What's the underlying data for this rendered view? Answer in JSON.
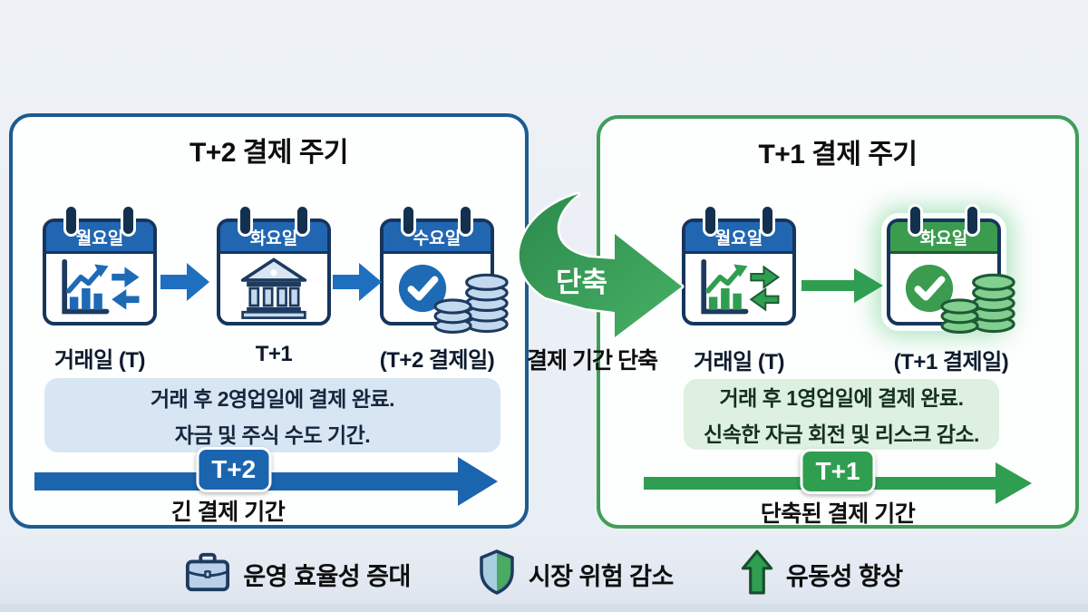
{
  "left_panel": {
    "title": "T+2 결제 주기",
    "calendars": [
      {
        "day": "월요일",
        "label": "거래일 (T)"
      },
      {
        "day": "화요일",
        "label": "T+1"
      },
      {
        "day": "수요일",
        "label": "(T+2 결제일)"
      }
    ],
    "info": {
      "line1": "거래 후 2영업일에 결제 완료.",
      "line2": "자금 및 주식 수도 기간."
    },
    "timeline": {
      "badge": "T+2",
      "caption": "긴 결제 기간"
    }
  },
  "right_panel": {
    "title": "T+1 결제 주기",
    "calendars": [
      {
        "day": "월요일",
        "label": "거래일 (T)"
      },
      {
        "day": "화요일",
        "label": "(T+1 결제일)"
      }
    ],
    "info": {
      "line1": "거래 후 1영업일에 결제 완료.",
      "line2": "신속한 자금 회전 및 리스크 감소."
    },
    "timeline": {
      "badge": "T+1",
      "caption": "단축된 결제 기간"
    }
  },
  "transition": {
    "arrow_label": "단축",
    "caption": "결제 기간 단축"
  },
  "legend": {
    "items": [
      {
        "icon": "briefcase-icon",
        "label": "운영 효율성 증대"
      },
      {
        "icon": "shield-icon",
        "label": "시장 위험 감소"
      },
      {
        "icon": "arrow-up-icon",
        "label": "유동성 향상"
      }
    ]
  },
  "colors": {
    "panel_blue_border": "#1c5c90",
    "panel_green_border": "#3f9e58",
    "calendar_header_blue": "#2166b1",
    "calendar_header_green": "#3b9c4f",
    "arrow_blue": "#1e6fc0",
    "arrow_green": "#2f9e51",
    "info_box_blue": "#d8e6f4",
    "info_box_green": "#def0e0"
  }
}
